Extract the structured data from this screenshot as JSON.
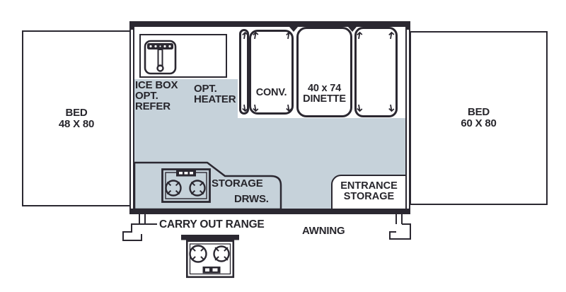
{
  "floorplan": {
    "title": "Pop-up camper floorplan",
    "colors": {
      "interior_fill": "#c6d2da",
      "line": "#2b2831",
      "text": "#27262c"
    },
    "beds": {
      "left": {
        "line1": "BED",
        "line2": "48 X 80"
      },
      "right": {
        "line1": "BED",
        "line2": "60 X 80"
      }
    },
    "kitchen": {
      "icebox_line1": "ICE BOX",
      "icebox_line2": "OPT.",
      "icebox_line3": "REFER",
      "heater_line1": "OPT.",
      "heater_line2": "HEATER"
    },
    "seating": {
      "conv": "CONV.",
      "dinette_line1": "40 x 74",
      "dinette_line2": "DINETTE"
    },
    "storage": {
      "drawers_line1": "STORAGE",
      "drawers_line2": "DRWS.",
      "entrance_line1": "ENTRANCE",
      "entrance_line2": "STORAGE"
    },
    "exterior": {
      "carry_out_range": "CARRY OUT RANGE",
      "awning": "AWNING"
    },
    "icons": {
      "sink": "sink-icon",
      "range": "range-icon",
      "carry_out_range": "carry-out-range-icon",
      "left_step": "entry-step-icon",
      "right_step": "entry-step-icon"
    }
  }
}
